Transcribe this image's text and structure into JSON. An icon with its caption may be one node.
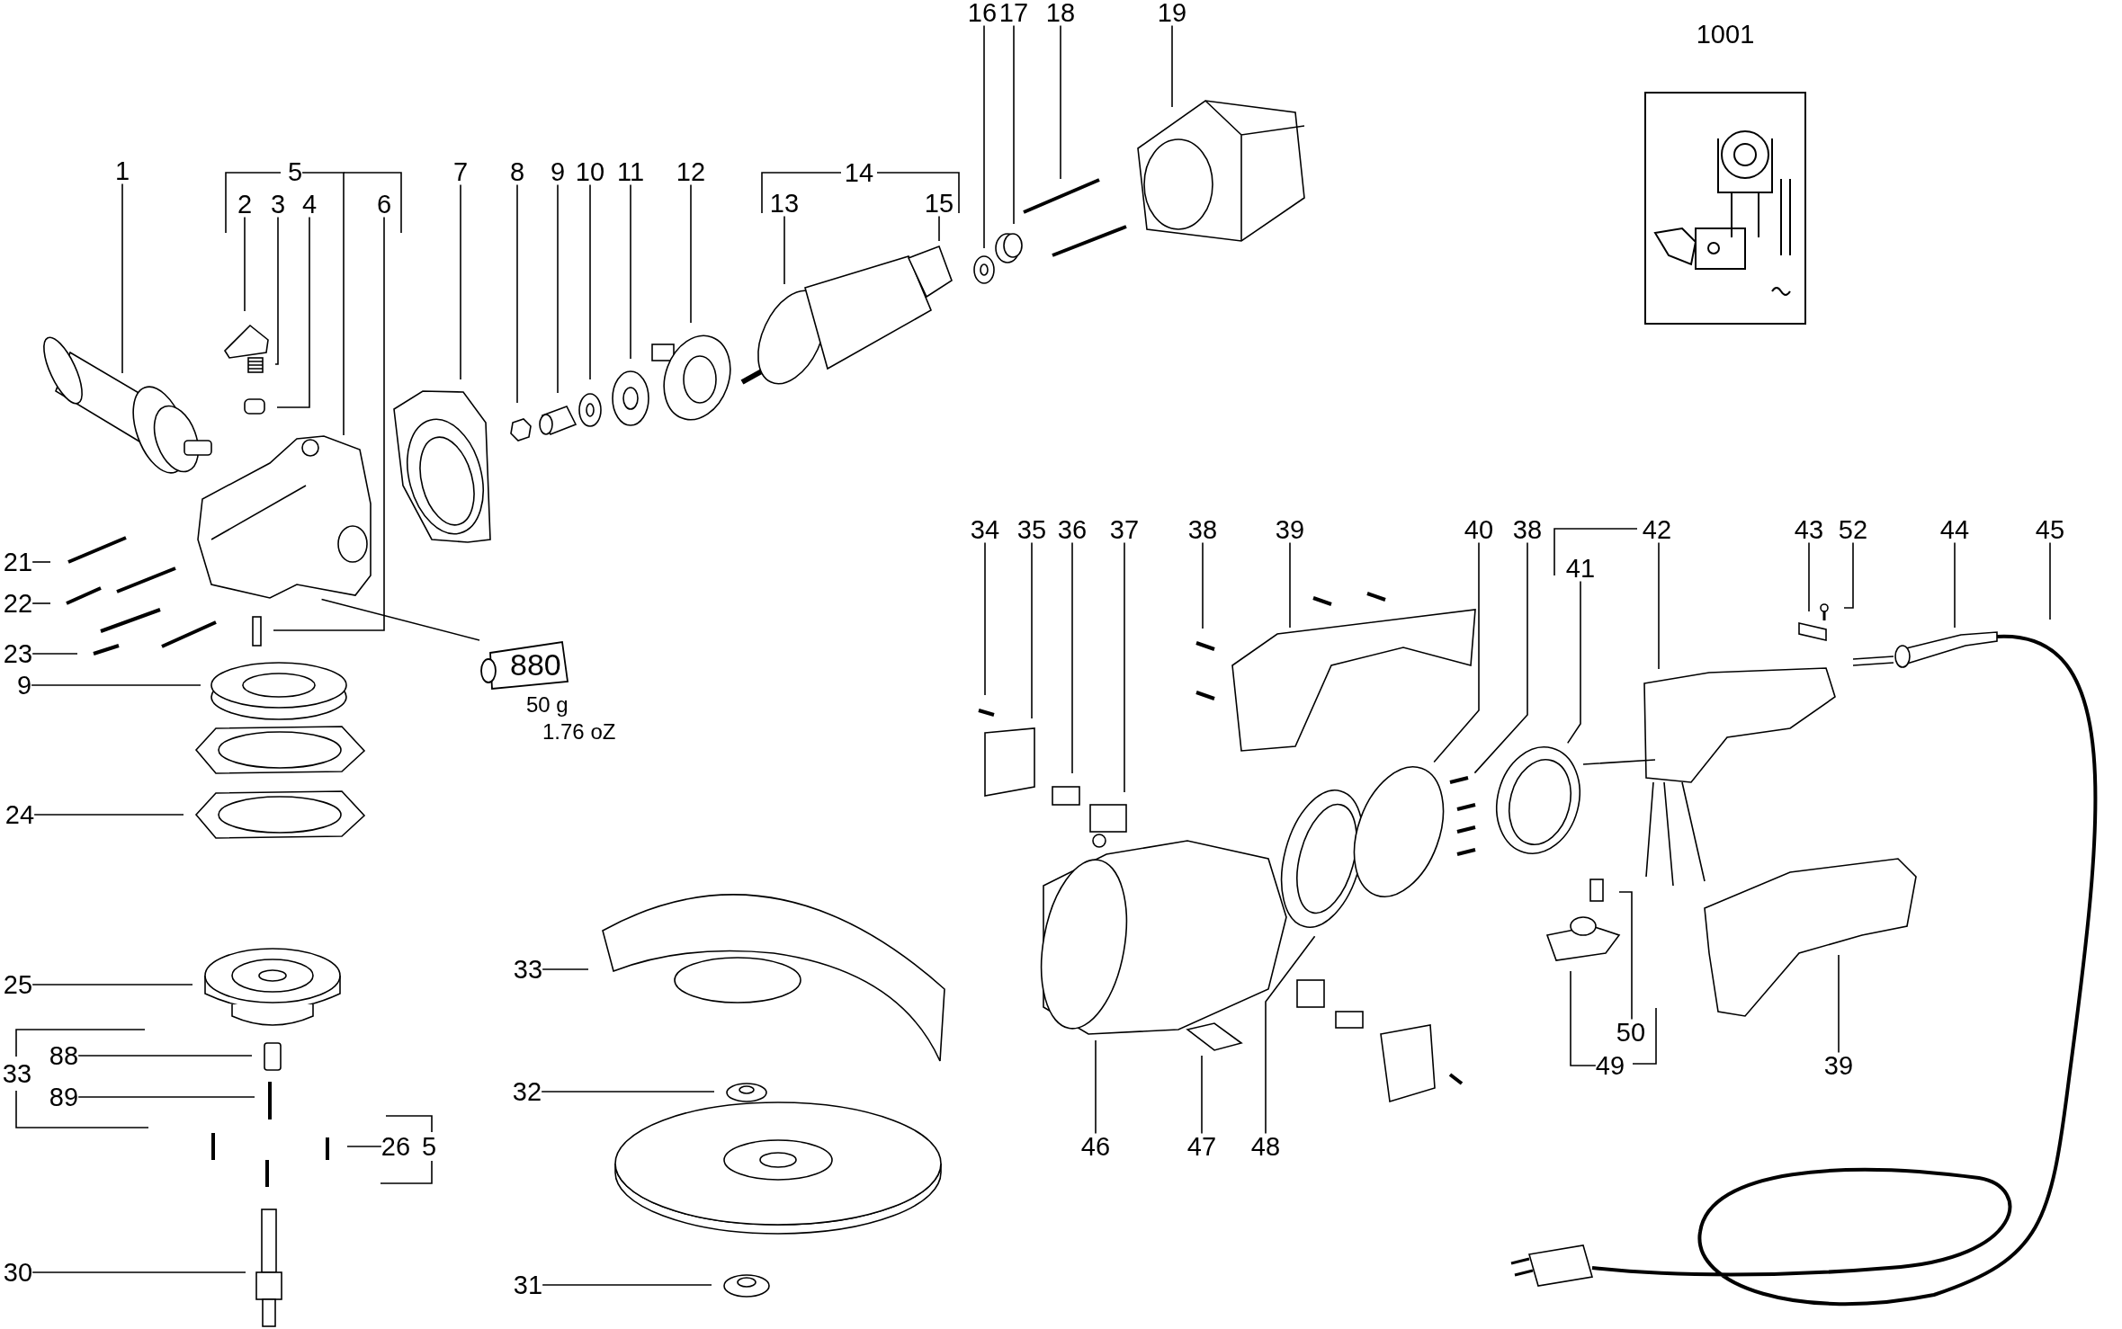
{
  "diagram": {
    "nodes": [
      {
        "text": [
          "16"
        ]
      },
      {
        "text": [
          "17"
        ]
      },
      {
        "text": [
          "18"
        ]
      },
      {
        "text": [
          "19"
        ]
      },
      {
        "text": [
          "1001"
        ]
      },
      {
        "text": [
          "1"
        ]
      },
      {
        "text": [
          "5"
        ]
      },
      {
        "text": [
          "7"
        ]
      },
      {
        "text": [
          "8"
        ]
      },
      {
        "text": [
          "9"
        ]
      },
      {
        "text": [
          "10"
        ]
      },
      {
        "text": [
          "11"
        ]
      },
      {
        "text": [
          "12"
        ]
      },
      {
        "text": [
          "2"
        ]
      },
      {
        "text": [
          "3"
        ]
      },
      {
        "text": [
          "4"
        ]
      },
      {
        "text": [
          "6"
        ]
      },
      {
        "text": [
          "13"
        ]
      },
      {
        "text": [
          "15"
        ]
      },
      {
        "text": [
          "34"
        ]
      },
      {
        "text": [
          "35"
        ]
      },
      {
        "text": [
          "36"
        ]
      },
      {
        "text": [
          "37"
        ]
      },
      {
        "text": [
          "38"
        ]
      },
      {
        "text": [
          "39"
        ]
      },
      {
        "text": [
          "40"
        ]
      },
      {
        "text": [
          "38"
        ]
      },
      {
        "text": [
          "42"
        ]
      },
      {
        "text": [
          "43"
        ]
      },
      {
        "text": [
          "52"
        ]
      },
      {
        "text": [
          "44"
        ]
      },
      {
        "text": [
          "45"
        ]
      },
      {
        "text": [
          "41"
        ]
      },
      {
        "text": [
          "21"
        ]
      },
      {
        "text": [
          "22"
        ]
      },
      {
        "text": [
          "23"
        ]
      },
      {
        "text": [
          "880"
        ],
        "beside": [
          "50 g",
          "1.76 oZ"
        ]
      },
      {
        "text": [
          "9"
        ]
      },
      {
        "text": [
          "24"
        ]
      },
      {
        "text": [
          "33"
        ]
      },
      {
        "text": [
          "25"
        ]
      },
      {
        "text": [
          "88"
        ]
      },
      {
        "text": [
          "39"
        ]
      },
      {
        "text": [
          "89"
        ]
      },
      {
        "text": [
          "32"
        ]
      },
      {
        "text": [
          "50"
        ]
      },
      {
        "text": [
          "49"
        ]
      },
      {
        "text": [
          "26"
        ]
      },
      {
        "text": [
          "46"
        ]
      },
      {
        "text": [
          "47"
        ]
      },
      {
        "text": [
          "48"
        ]
      },
      {
        "text": [
          "30"
        ]
      },
      {
        "text": [
          "31"
        ]
      }
    ],
    "edges": [
      {
        "from": 0,
        "to": null,
        "arrow": "none"
      },
      {
        "from": 1,
        "to": null,
        "arrow": "none"
      },
      {
        "from": 2,
        "to": null,
        "arrow": "none"
      },
      {
        "from": 3,
        "to": null,
        "arrow": "none"
      },
      {
        "from": 5,
        "to": null,
        "arrow": "none"
      },
      {
        "from": 6,
        "to": null,
        "arrow": "none"
      },
      {
        "from": 7,
        "to": null,
        "arrow": "none"
      },
      {
        "from": 8,
        "to": null,
        "arrow": "none"
      },
      {
        "from": 9,
        "to": null,
        "arrow": "none"
      },
      {
        "from": 10,
        "to": null,
        "arrow": "none"
      },
      {
        "from": 11,
        "to": null,
        "arrow": "none"
      },
      {
        "from": 12,
        "to": null,
        "arrow": "none"
      },
      {
        "from": 13,
        "to": null,
        "arrow": "none"
      },
      {
        "from": 14,
        "to": null,
        "arrow": "none"
      },
      {
        "from": 15,
        "to": null,
        "arrow": "none"
      },
      {
        "from": 16,
        "to": null,
        "arrow": "none"
      },
      {
        "from": 17,
        "to": null,
        "arrow": "none"
      },
      {
        "from": 18,
        "to": null,
        "arrow": "none"
      },
      {
        "from": 19,
        "to": null,
        "arrow": "none"
      },
      {
        "from": 20,
        "to": null,
        "arrow": "none"
      },
      {
        "from": 21,
        "to": null,
        "arrow": "none"
      },
      {
        "from": 22,
        "to": null,
        "arrow": "none"
      },
      {
        "from": 23,
        "to": null,
        "arrow": "none"
      },
      {
        "from": 24,
        "to": null,
        "arrow": "none"
      },
      {
        "from": 25,
        "to": null,
        "arrow": "none"
      },
      {
        "from": 26,
        "to": null,
        "arrow": "none"
      },
      {
        "from": 27,
        "to": null,
        "arrow": "none"
      },
      {
        "from": 28,
        "to": null,
        "arrow": "none"
      },
      {
        "from": 29,
        "to": null,
        "arrow": "none"
      },
      {
        "from": 30,
        "to": null,
        "arrow": "none"
      },
      {
        "from": 31,
        "to": null,
        "arrow": "none"
      },
      {
        "from": 32,
        "to": null,
        "arrow": "none"
      },
      {
        "from": 33,
        "to": null,
        "arrow": "none"
      },
      {
        "from": 34,
        "to": null,
        "arrow": "none"
      },
      {
        "from": 35,
        "to": null,
        "arrow": "none"
      },
      {
        "from": 36,
        "to": null,
        "arrow": "none"
      },
      {
        "from": 37,
        "to": null,
        "arrow": "none"
      },
      {
        "from": 38,
        "to": null,
        "arrow": "none"
      },
      {
        "from": 39,
        "to": null,
        "arrow": "none"
      },
      {
        "from": 40,
        "to": null,
        "arrow": "none"
      },
      {
        "from": 41,
        "to": null,
        "arrow": "none"
      },
      {
        "from": 42,
        "to": null,
        "arrow": "none"
      },
      {
        "from": 43,
        "to": null,
        "arrow": "none"
      },
      {
        "from": 44,
        "to": null,
        "arrow": "none"
      },
      {
        "from": 45,
        "to": null,
        "arrow": "none"
      },
      {
        "from": 46,
        "to": null,
        "arrow": "none"
      },
      {
        "from": 47,
        "to": null,
        "arrow": "none"
      },
      {
        "from": 48,
        "to": null,
        "arrow": "none"
      },
      {
        "from": 49,
        "to": null,
        "arrow": "none"
      },
      {
        "from": 50,
        "to": null,
        "arrow": "none"
      },
      {
        "from": 51,
        "to": null,
        "arrow": "none"
      },
      {
        "from": 52,
        "to": null,
        "arrow": "none"
      }
    ],
    "labels": [
      "14",
      "33",
      "5"
    ]
  }
}
